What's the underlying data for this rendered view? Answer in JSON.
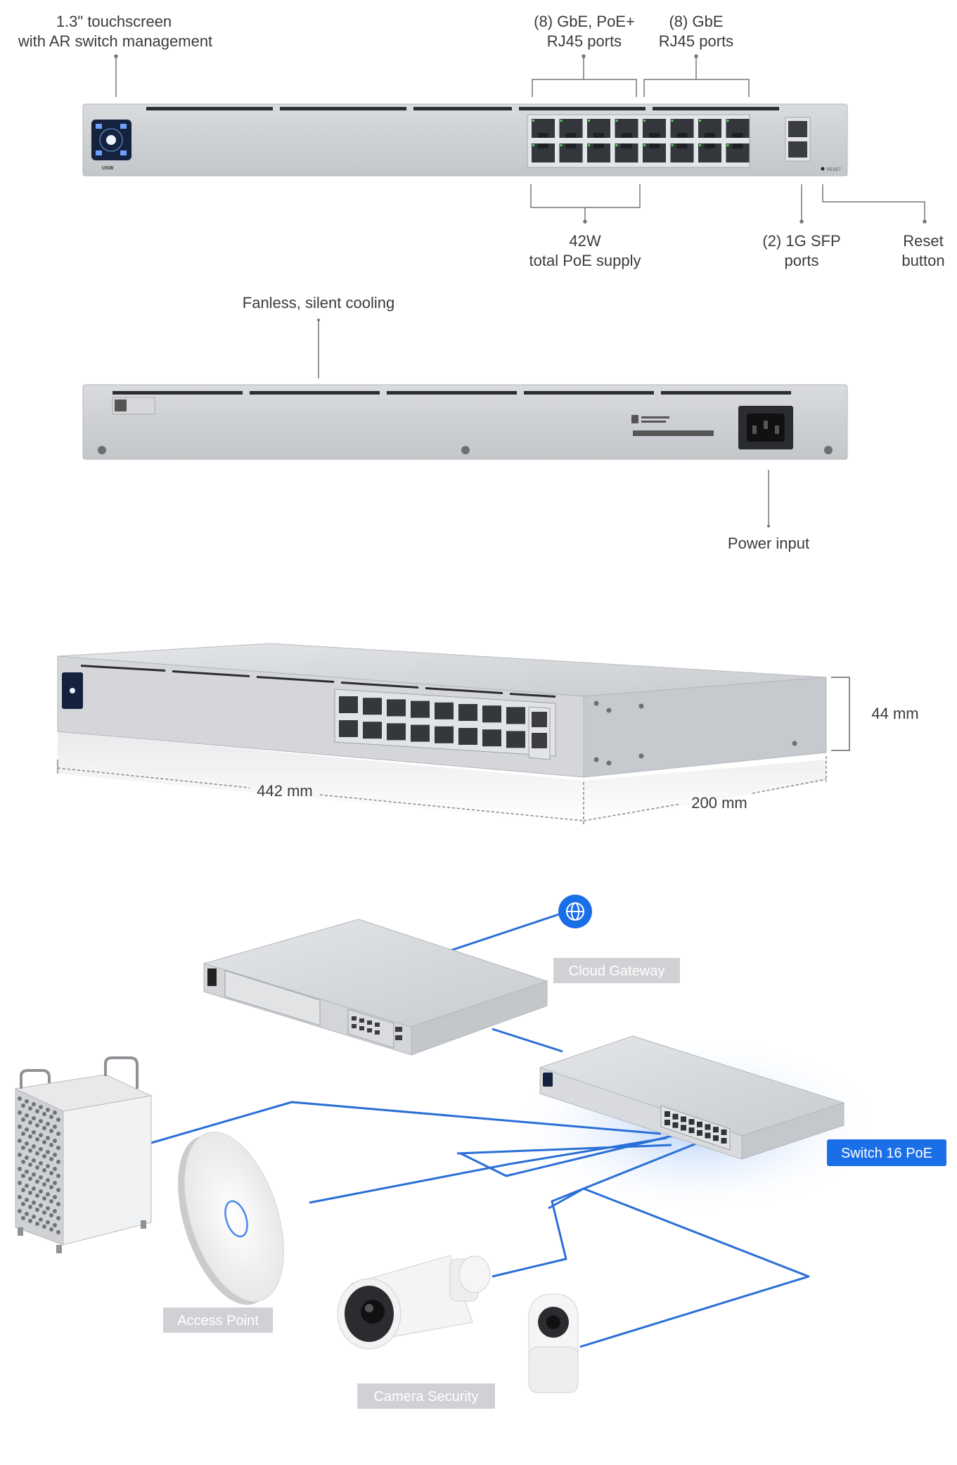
{
  "front_callouts": {
    "touchscreen": [
      "1.3\" touchscreen",
      "with AR switch management"
    ],
    "poe_ports": [
      "(8) GbE, PoE+",
      "RJ45 ports"
    ],
    "gbe_ports": [
      "(8) GbE",
      "RJ45 ports"
    ],
    "poe_supply": [
      "42W",
      "total PoE supply"
    ],
    "sfp_ports": [
      "(2) 1G SFP",
      "ports"
    ],
    "reset": [
      "Reset",
      "button"
    ]
  },
  "rear_callouts": {
    "cooling": "Fanless, silent cooling",
    "power": "Power input"
  },
  "dimensions": {
    "height": "44 mm",
    "width": "442 mm",
    "depth": "200 mm"
  },
  "device_text": {
    "model_badge": "USW",
    "reset_text": "RESET"
  },
  "topology": {
    "cloud_gateway": "Cloud Gateway",
    "switch": "Switch 16 PoE",
    "access_point": "Access Point",
    "camera": "Camera Security"
  },
  "colors": {
    "accent": "#1a6fe8",
    "cable": "#2a6fd6",
    "chassis": "#c9ccd1",
    "label_grey": "#cfd1d4"
  },
  "icons": [
    "globe-icon"
  ]
}
